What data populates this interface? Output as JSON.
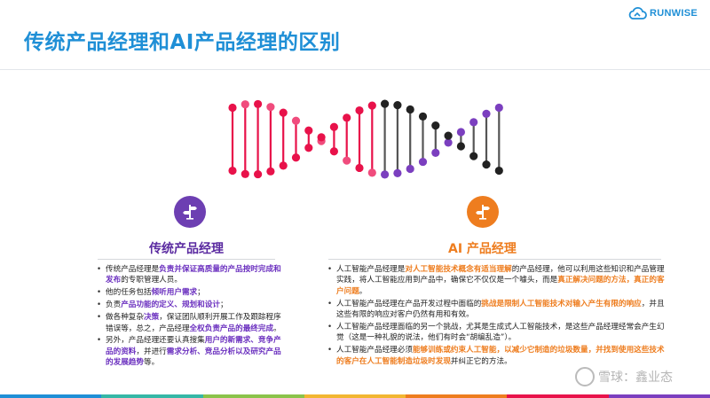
{
  "header": {
    "title": "传统产品经理和AI产品经理的区别",
    "logo_text": "RUNWISE"
  },
  "colors": {
    "title_blue": "#1f8fd6",
    "purple": "#6d3fb2",
    "orange": "#ee7d1f",
    "helix_red": "#e8124a",
    "helix_pink": "#f04c7d",
    "helix_dark": "#222222",
    "helix_violet": "#7b3fbf"
  },
  "icons": {
    "left_badge": "signpost-icon",
    "right_badge": "signpost-icon",
    "helix": "dna-helix-icon",
    "logo": "cloud-icon"
  },
  "left_column": {
    "title": "传统产品经理",
    "items": [
      [
        {
          "t": "传统产品经理是"
        },
        {
          "t": "负责并保证高质量的产品按时完成和发布",
          "h": "purple"
        },
        {
          "t": "的专职管理人员。"
        }
      ],
      [
        {
          "t": "他的任务包括"
        },
        {
          "t": "倾听用户需求",
          "h": "purple"
        },
        {
          "t": "；"
        }
      ],
      [
        {
          "t": "负责"
        },
        {
          "t": "产品功能的定义、规划和设计",
          "h": "purple"
        },
        {
          "t": "；"
        }
      ],
      [
        {
          "t": "做各种复杂"
        },
        {
          "t": "决策",
          "h": "purple"
        },
        {
          "t": "，保证团队顺利开展工作及跟踪程序错误等，总之，产品经理"
        },
        {
          "t": "全权负责产品的最终完成",
          "h": "purple"
        },
        {
          "t": "。"
        }
      ],
      [
        {
          "t": "另外，产品经理还要认真搜集"
        },
        {
          "t": "用户的新需求、竞争产品的资料",
          "h": "purple"
        },
        {
          "t": "，并进行"
        },
        {
          "t": "需求分析、竞品分析以及研究产品的发展趋势",
          "h": "purple"
        },
        {
          "t": "等。"
        }
      ]
    ]
  },
  "right_column": {
    "title": "AI 产品经理",
    "items": [
      [
        {
          "t": "人工智能产品经理是"
        },
        {
          "t": "对人工智能技术概念有适当理解",
          "h": "orange"
        },
        {
          "t": "的产品经理，他可以利用这些知识和产品管理实践，将人工智能应用到产品中，确保它不仅仅是一个噱头，而是"
        },
        {
          "t": "真正解决问题的方法，真正的客户问题",
          "h": "orange"
        },
        {
          "t": "。"
        }
      ],
      [
        {
          "t": "人工智能产品经理在产品开发过程中面临的"
        },
        {
          "t": "挑战是限制人工智能技术对输入产生有限的响应",
          "h": "orange"
        },
        {
          "t": "，并且这些有限的响应对客户仍然有用和有效。"
        }
      ],
      [
        {
          "t": "人工智能产品经理面临的另一个挑战，尤其是生成式人工智能技术，是这些产品经理经常会产生幻觉（这是一种礼貌的说法，他们有时会“胡编乱造”）。"
        }
      ],
      [
        {
          "t": "人工智能产品经理必须"
        },
        {
          "t": "能够训练或约束人工智能，以减少它制造的垃圾数量，并找到使用这些技术的客户在人工智能制造垃圾时发现",
          "h": "orange"
        },
        {
          "t": "并纠正它的方法。"
        }
      ]
    ]
  },
  "watermark": {
    "text": "雪球：鑫业态"
  }
}
